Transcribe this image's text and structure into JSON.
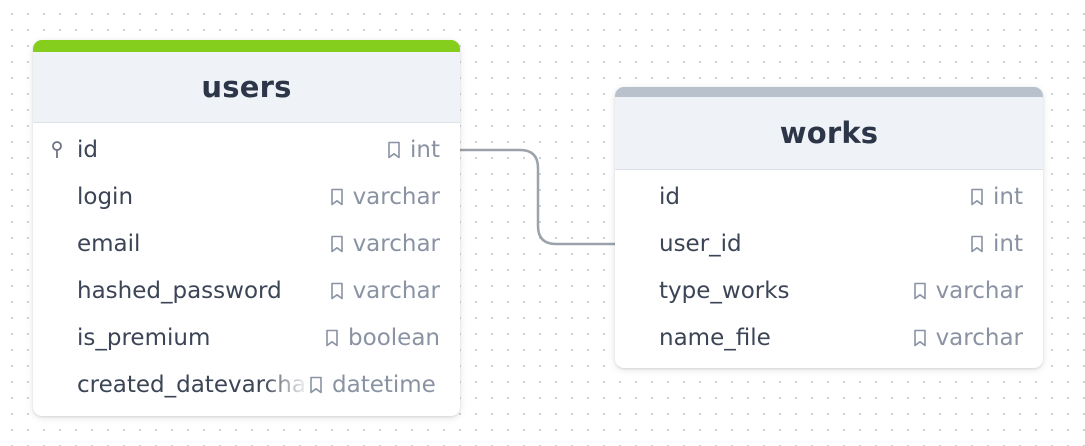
{
  "diagram": {
    "tables": [
      {
        "name": "users",
        "accent_color": "#85ce1d",
        "fields": [
          {
            "name": "id",
            "type": "int",
            "primary_key": true
          },
          {
            "name": "login",
            "type": "varchar"
          },
          {
            "name": "email",
            "type": "varchar"
          },
          {
            "name": "hashed_password",
            "type": "varchar"
          },
          {
            "name": "is_premium",
            "type": "boolean"
          },
          {
            "name": "created_datevarchar",
            "type": "datetime"
          }
        ]
      },
      {
        "name": "works",
        "accent_color": "#b8c1cc",
        "fields": [
          {
            "name": "id",
            "type": "int"
          },
          {
            "name": "user_id",
            "type": "int"
          },
          {
            "name": "type_works",
            "type": "varchar"
          },
          {
            "name": "name_file",
            "type": "varchar"
          }
        ]
      }
    ],
    "relations": [
      {
        "from": "users.id",
        "to": "works.user_id"
      }
    ],
    "icons": {
      "primary_key": "key-icon",
      "type": "bookmark-icon"
    },
    "colors": {
      "header_bg": "#eff2f7",
      "connector": "#9ba2ab",
      "type_text": "#8a93a3",
      "field_text": "#3c4556",
      "title_text": "#2c3648"
    }
  }
}
